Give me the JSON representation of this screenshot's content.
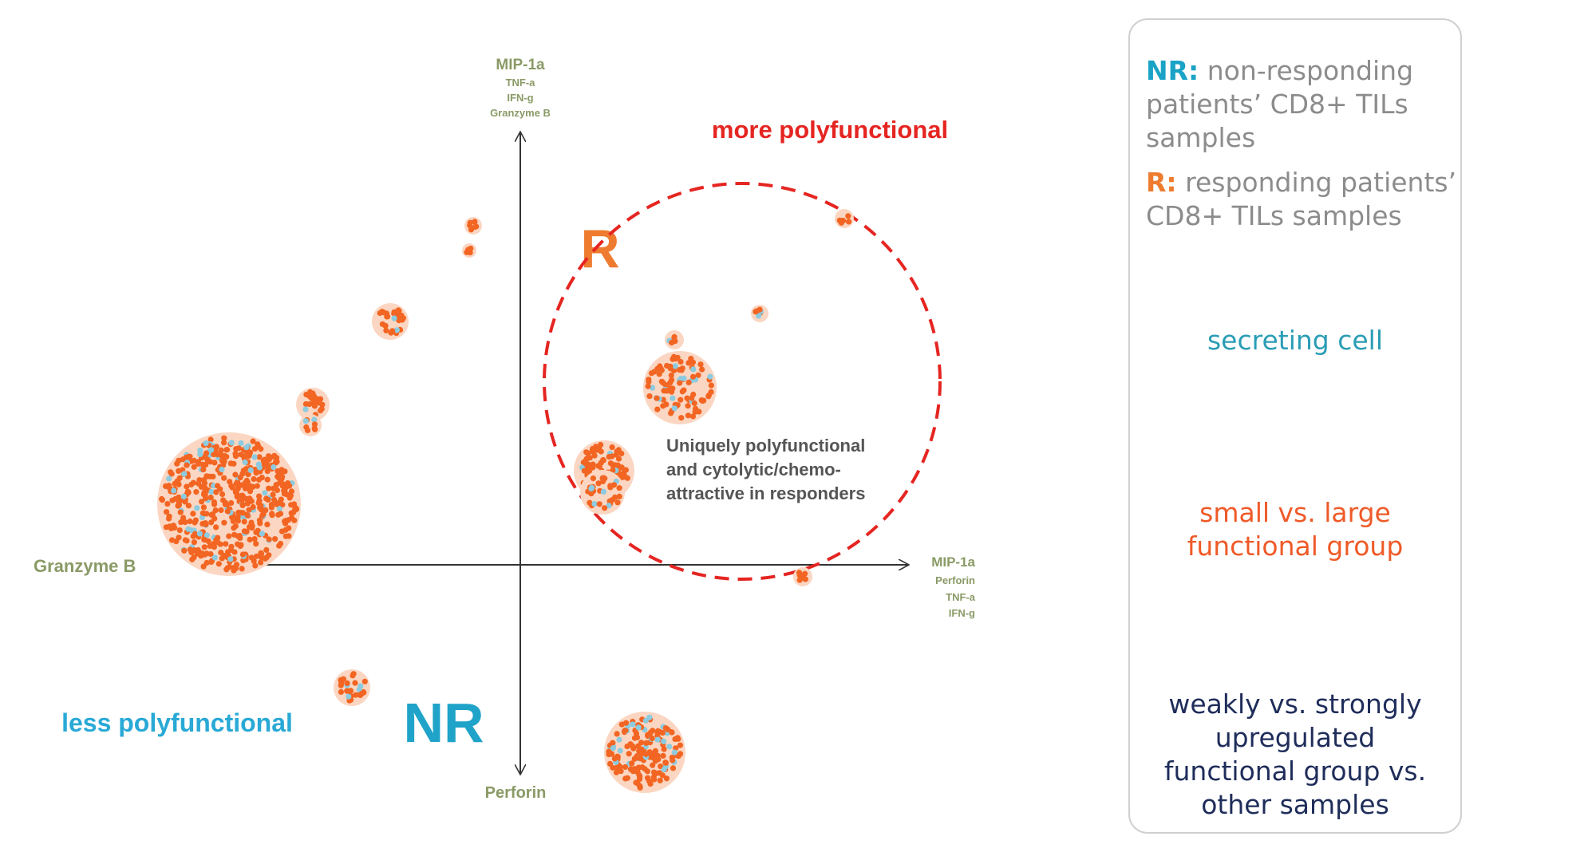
{
  "axes": {
    "top": {
      "title": "MIP-1a",
      "lines": [
        "TNF-a",
        "IFN-g",
        "Granzyme B"
      ]
    },
    "right": {
      "title": "MIP-1a",
      "lines": [
        "Perforin",
        "TNF-a",
        "IFN-g"
      ]
    },
    "left": {
      "title": "Granzyme B"
    },
    "bottom": {
      "title": "Perforin"
    }
  },
  "labels": {
    "more": "more polyfunctional",
    "less": "less polyfunctional",
    "r": "R",
    "nr": "NR",
    "annotation": [
      "Uniquely polyfunctional",
      "and cytolytic/chemo-",
      "attractive in responders"
    ]
  },
  "legend": {
    "nr_key": "NR:",
    "nr_text_1": "non-responding",
    "nr_text_2": "patients’ CD8+ TILs",
    "nr_text_3": "samples",
    "r_key": "R:",
    "r_text_1": "responding patients’",
    "r_text_2": "CD8+ TILs samples",
    "secreting": "secreting cell",
    "size_1": "small vs. large",
    "size_2": "functional group",
    "reg_1": "weakly vs. strongly",
    "reg_2": "upregulated",
    "reg_3": "functional group vs.",
    "reg_4": "other samples"
  },
  "colors": {
    "orange": "#f26522",
    "teal": "#29a9c9",
    "red": "#e52521",
    "green": "#8a9a66",
    "navy": "#1f2d5a",
    "cellBlue": "#8ccbe0",
    "clusterFill": "#fbd6c2"
  }
}
